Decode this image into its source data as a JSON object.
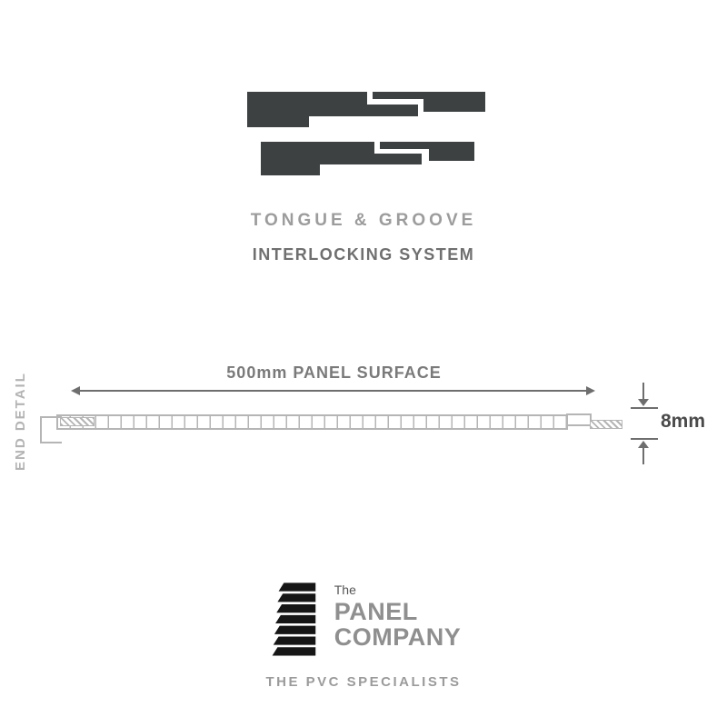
{
  "header": {
    "title": "TONGUE & GROOVE",
    "subtitle": "INTERLOCKING SYSTEM"
  },
  "diagram": {
    "surface_label": "500mm PANEL SURFACE",
    "end_detail_label": "END DETAIL",
    "thickness_label": "8mm"
  },
  "brand": {
    "logo_prefix": "The",
    "logo_name_line1": "PANEL",
    "logo_name_line2": "COMPANY",
    "tagline": "THE PVC SPECIALISTS"
  },
  "icons": {
    "interlock_graphic": "two-interlocked-panel-profiles",
    "logo_mark": "stacked-panel-slabs"
  },
  "colors": {
    "shape_dark": "#3d4142",
    "title_gray": "#9c9c9c",
    "subtitle_gray": "#6f6f6f",
    "label_gray": "#7a7a7a",
    "dim_line": "#6e6e6e",
    "outline_light": "#b5b5b5",
    "end_detail_gray": "#b3b3b3",
    "thickness_text": "#4a4a4a",
    "logo_black": "#161616",
    "logo_text_gray": "#8f8f8f",
    "logo_the_gray": "#555555",
    "tagline_gray": "#9b9b9b",
    "background": "#ffffff"
  }
}
